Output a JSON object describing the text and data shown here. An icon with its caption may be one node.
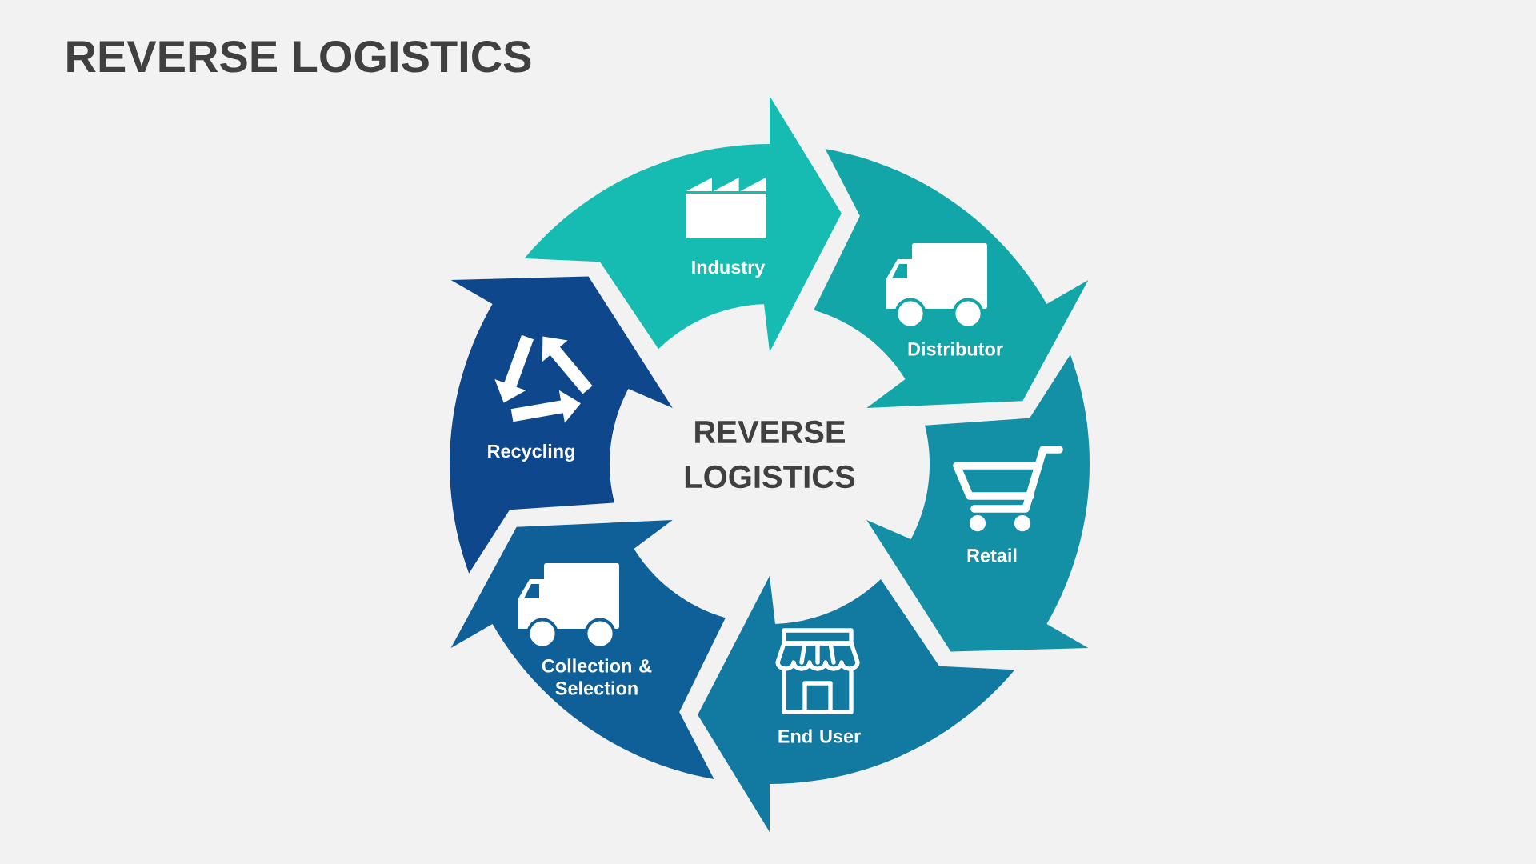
{
  "diagram": {
    "title": "REVERSE LOGISTICS",
    "nodes": [
      {
        "text": [
          "Industry"
        ]
      },
      {
        "text": [
          "Distributor"
        ]
      },
      {
        "text": [
          "Retail"
        ]
      },
      {
        "text": [
          "End User"
        ]
      },
      {
        "text": [
          "Collection & Selection"
        ]
      },
      {
        "text": [
          "Recycling"
        ]
      }
    ],
    "labels": [
      "REVERSE LOGISTICS"
    ]
  }
}
